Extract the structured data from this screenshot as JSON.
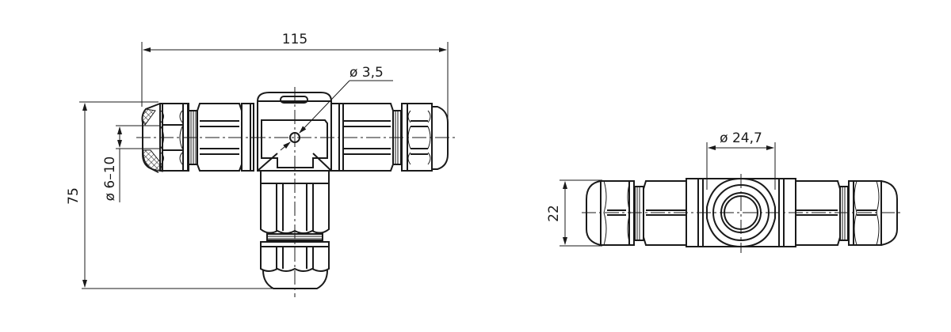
{
  "drawing": {
    "subject": "T-connector (cable junction box)",
    "line_color": "#1a1a1a",
    "background": "#ffffff"
  },
  "front_view": {
    "dimensions": {
      "overall_length": "115",
      "overall_height": "75",
      "cable_diameter": "ø 6–10",
      "hole_diameter": "ø 3,5"
    }
  },
  "top_view": {
    "dimensions": {
      "body_height": "22",
      "gland_diameter": "ø 24,7"
    }
  }
}
